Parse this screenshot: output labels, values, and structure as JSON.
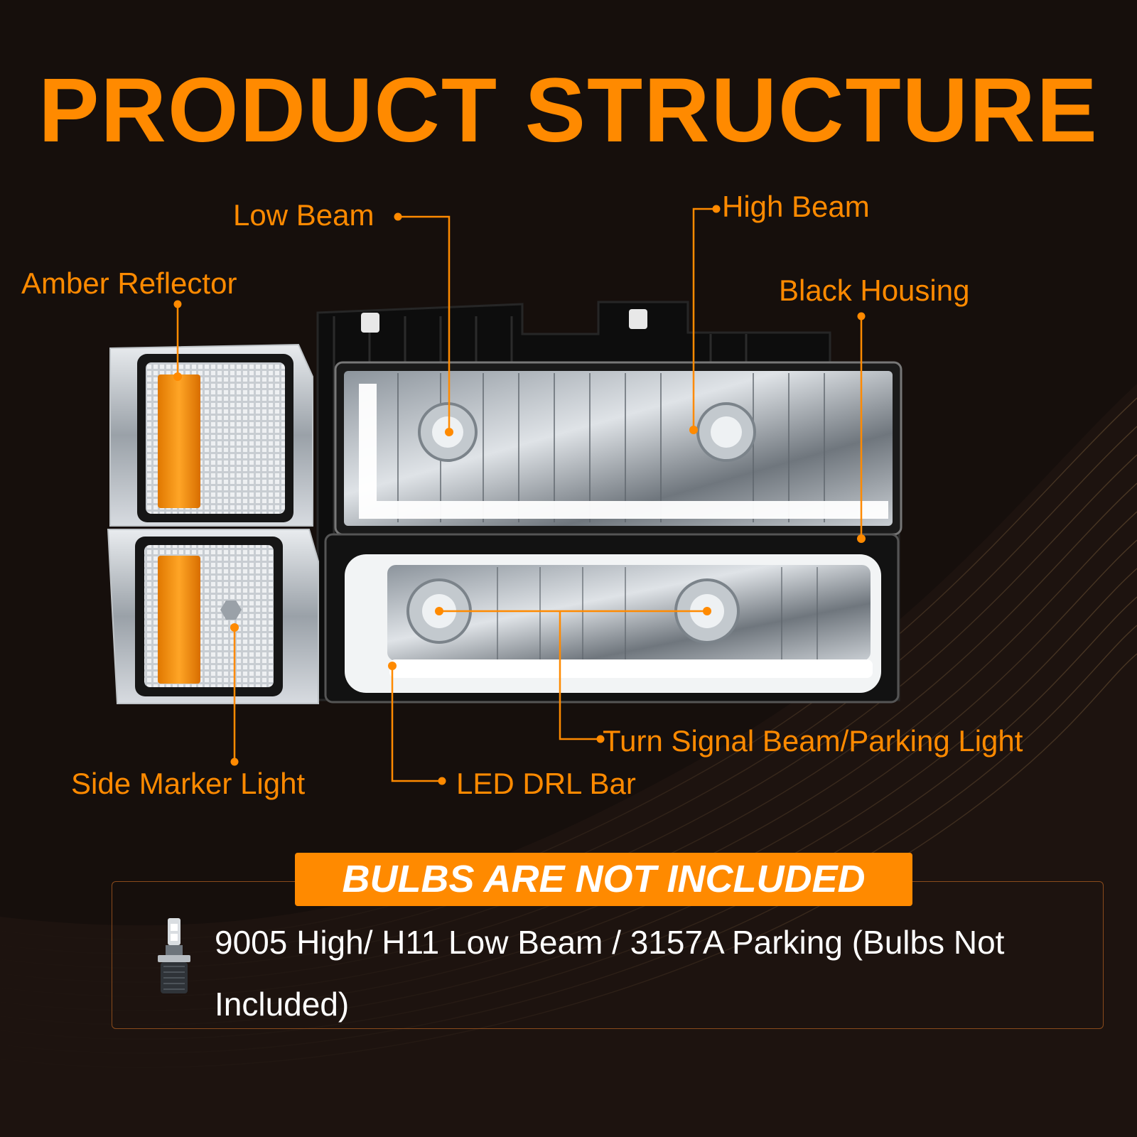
{
  "title": "PRODUCT STRUCTURE",
  "colors": {
    "accent": "#ff8a00",
    "background": "#160f0c",
    "text_light": "#ffffff",
    "box_border": "#8a4b1c"
  },
  "callouts": {
    "low_beam": "Low Beam",
    "high_beam": "High Beam",
    "amber_reflector": "Amber Reflector",
    "black_housing": "Black Housing",
    "side_marker_light": "Side Marker Light",
    "led_drl_bar": "LED DRL Bar",
    "turn_signal": "Turn Signal Beam/Parking Light"
  },
  "notice": {
    "banner": "BULBS ARE NOT INCLUDED",
    "text": "9005 High/ H11 Low Beam / 3157A Parking (Bulbs Not Included)",
    "icon": "led-bulb-icon"
  }
}
